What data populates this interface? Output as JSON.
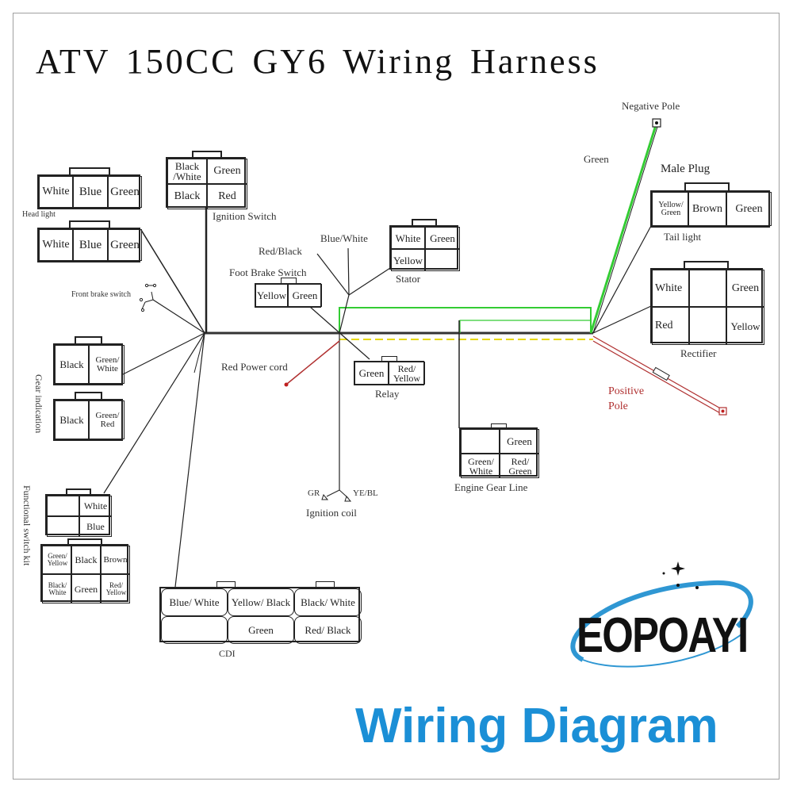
{
  "title": "ATV 150CC GY6 Wiring Harness",
  "footer": {
    "title": "Wiring Diagram"
  },
  "brand": {
    "name": "EOPOAYI",
    "accent_color": "#1b8fd6"
  },
  "colors": {
    "wire": "#222222",
    "ground_wire": "#33cc33",
    "power_wire": "#b03030",
    "yellow_wire": "#e6d800",
    "footer_text": "#1b8fd6"
  },
  "connectors": {
    "headlight_top": {
      "cells": [
        "White",
        "Blue",
        "Green"
      ]
    },
    "headlight_bottom": {
      "cells": [
        "White",
        "Blue",
        "Green"
      ]
    },
    "headlight_label": "Head light",
    "ignition_switch": {
      "label": "Ignition Switch",
      "cells": [
        "Black /White",
        "Green",
        "Black",
        "Red"
      ]
    },
    "foot_brake_switch": {
      "label": "Foot Brake Switch",
      "cells": [
        "Yellow",
        "Green"
      ]
    },
    "stator": {
      "label": "Stator",
      "cells": [
        "White",
        "Green",
        "Yellow",
        ""
      ]
    },
    "relay": {
      "label": "Relay",
      "cells": [
        "Green",
        "Red/ Yellow"
      ]
    },
    "gear_indication_top": {
      "cells": [
        "Black",
        "Green/ White"
      ]
    },
    "gear_indication_bottom": {
      "cells": [
        "Black",
        "Green/ Red"
      ]
    },
    "gear_indication_label": "Gear indication",
    "functional_switch_top": {
      "cells": [
        "",
        "White",
        "",
        "Blue"
      ]
    },
    "functional_switch_bottom": {
      "cells": [
        "Green/ Yellow",
        "Black",
        "Brown",
        "Black/ White",
        "Green",
        "Red/ Yellow"
      ]
    },
    "functional_switch_label": "Functional switch kit",
    "cdi": {
      "label": "CDI",
      "cells": [
        "Blue/ White",
        "Yellow/ Black",
        "Black/ White",
        "",
        "Green",
        "Red/ Black"
      ]
    },
    "engine_gear_line": {
      "label": "Engine Gear Line",
      "cells": [
        "",
        "Green",
        "Green/ White",
        "Red/ Green"
      ]
    },
    "tail_light": {
      "header": "Male Plug",
      "label": "Tail light",
      "cells": [
        "Yellow/ Green",
        "Brown",
        "Green"
      ]
    },
    "rectifier": {
      "label": "Rectifier",
      "cells": [
        "White",
        "",
        "Green",
        "Red",
        "",
        "Yellow"
      ]
    }
  },
  "wire_labels": {
    "blue_white": "Blue/White",
    "red_black": "Red/Black",
    "front_brake_switch": "Front brake switch",
    "red_power_cord": "Red Power cord",
    "negative_pole": "Negative Pole",
    "green": "Green",
    "positive_pole": "Positive Pole",
    "ignition_coil": "Ignition coil",
    "coil_gr": "GR",
    "coil_ye_bl": "YE/BL"
  }
}
